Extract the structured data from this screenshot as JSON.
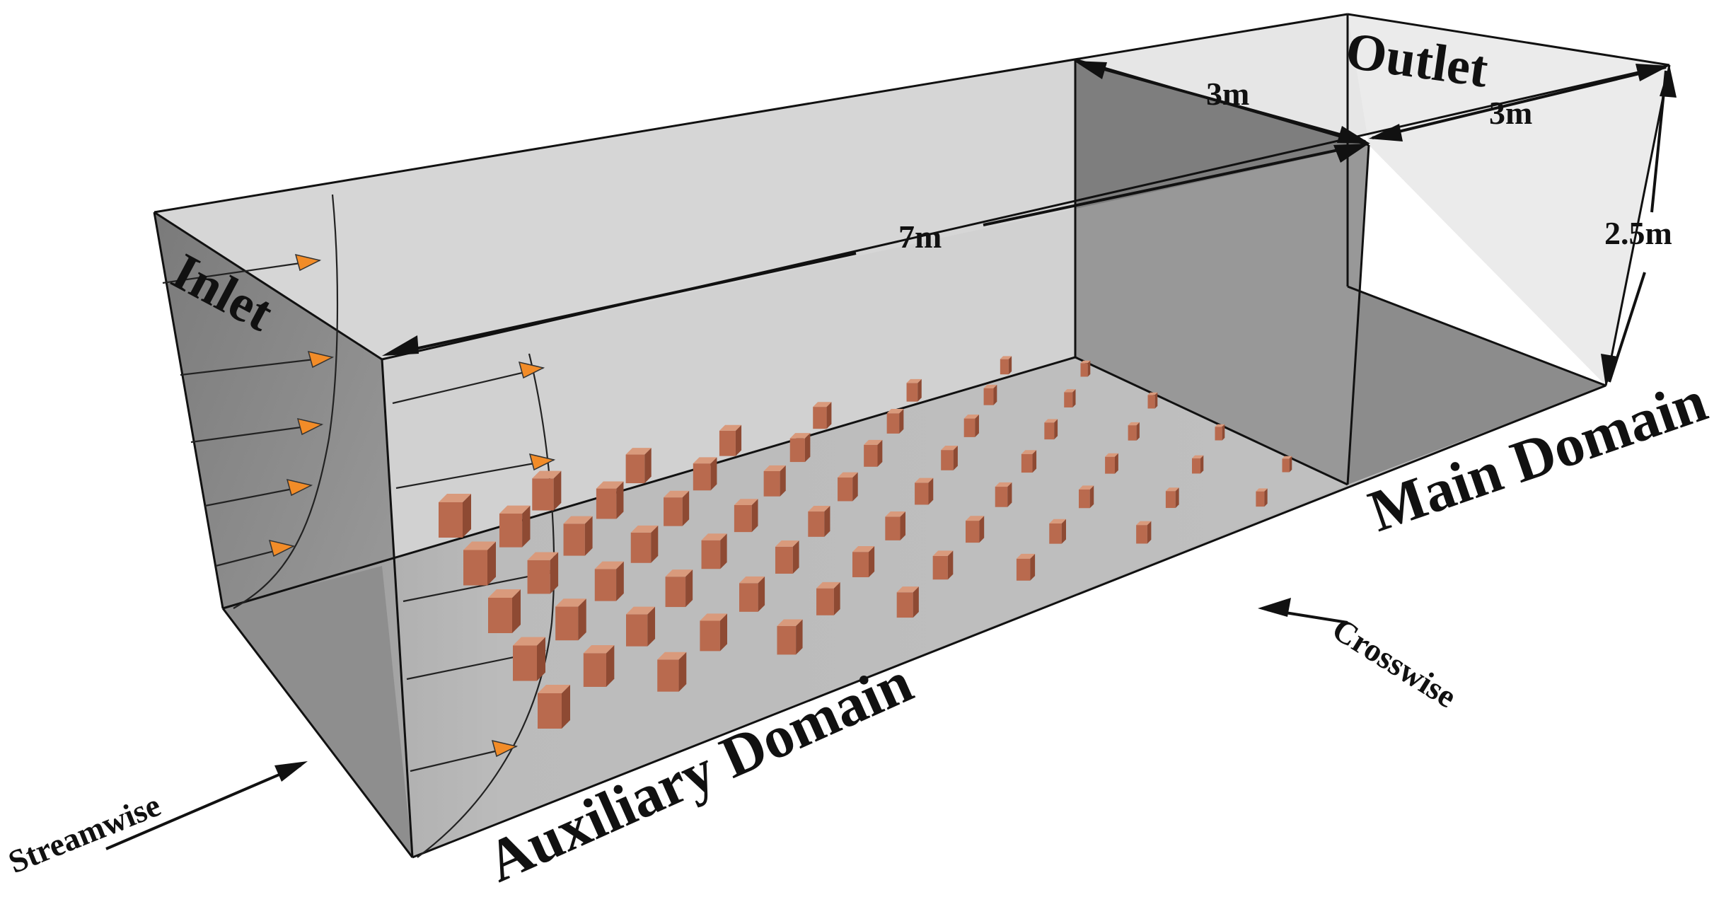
{
  "labels": {
    "inlet": "Inlet",
    "outlet": "Outlet",
    "main_domain": "Main Domain",
    "auxiliary_domain": "Auxiliary Domain",
    "streamwise": "Streamwise",
    "crosswise": "Crosswise"
  },
  "dimensions": {
    "length": "7m",
    "width_main": "3m",
    "width_outlet": "3m",
    "height": "2.5m"
  },
  "colors": {
    "inlet_face": "#8c8c8c",
    "far_wall": "#dcdcdc",
    "ceiling": "#e4e4e4",
    "floor": "#b3b3b3",
    "floor_dark": "#8f8f8f",
    "interface_wall": "#7d7d7d",
    "outlet_face": "#e8e8e8",
    "block": "#b96a4e",
    "arrow_head": "#f28c28"
  }
}
